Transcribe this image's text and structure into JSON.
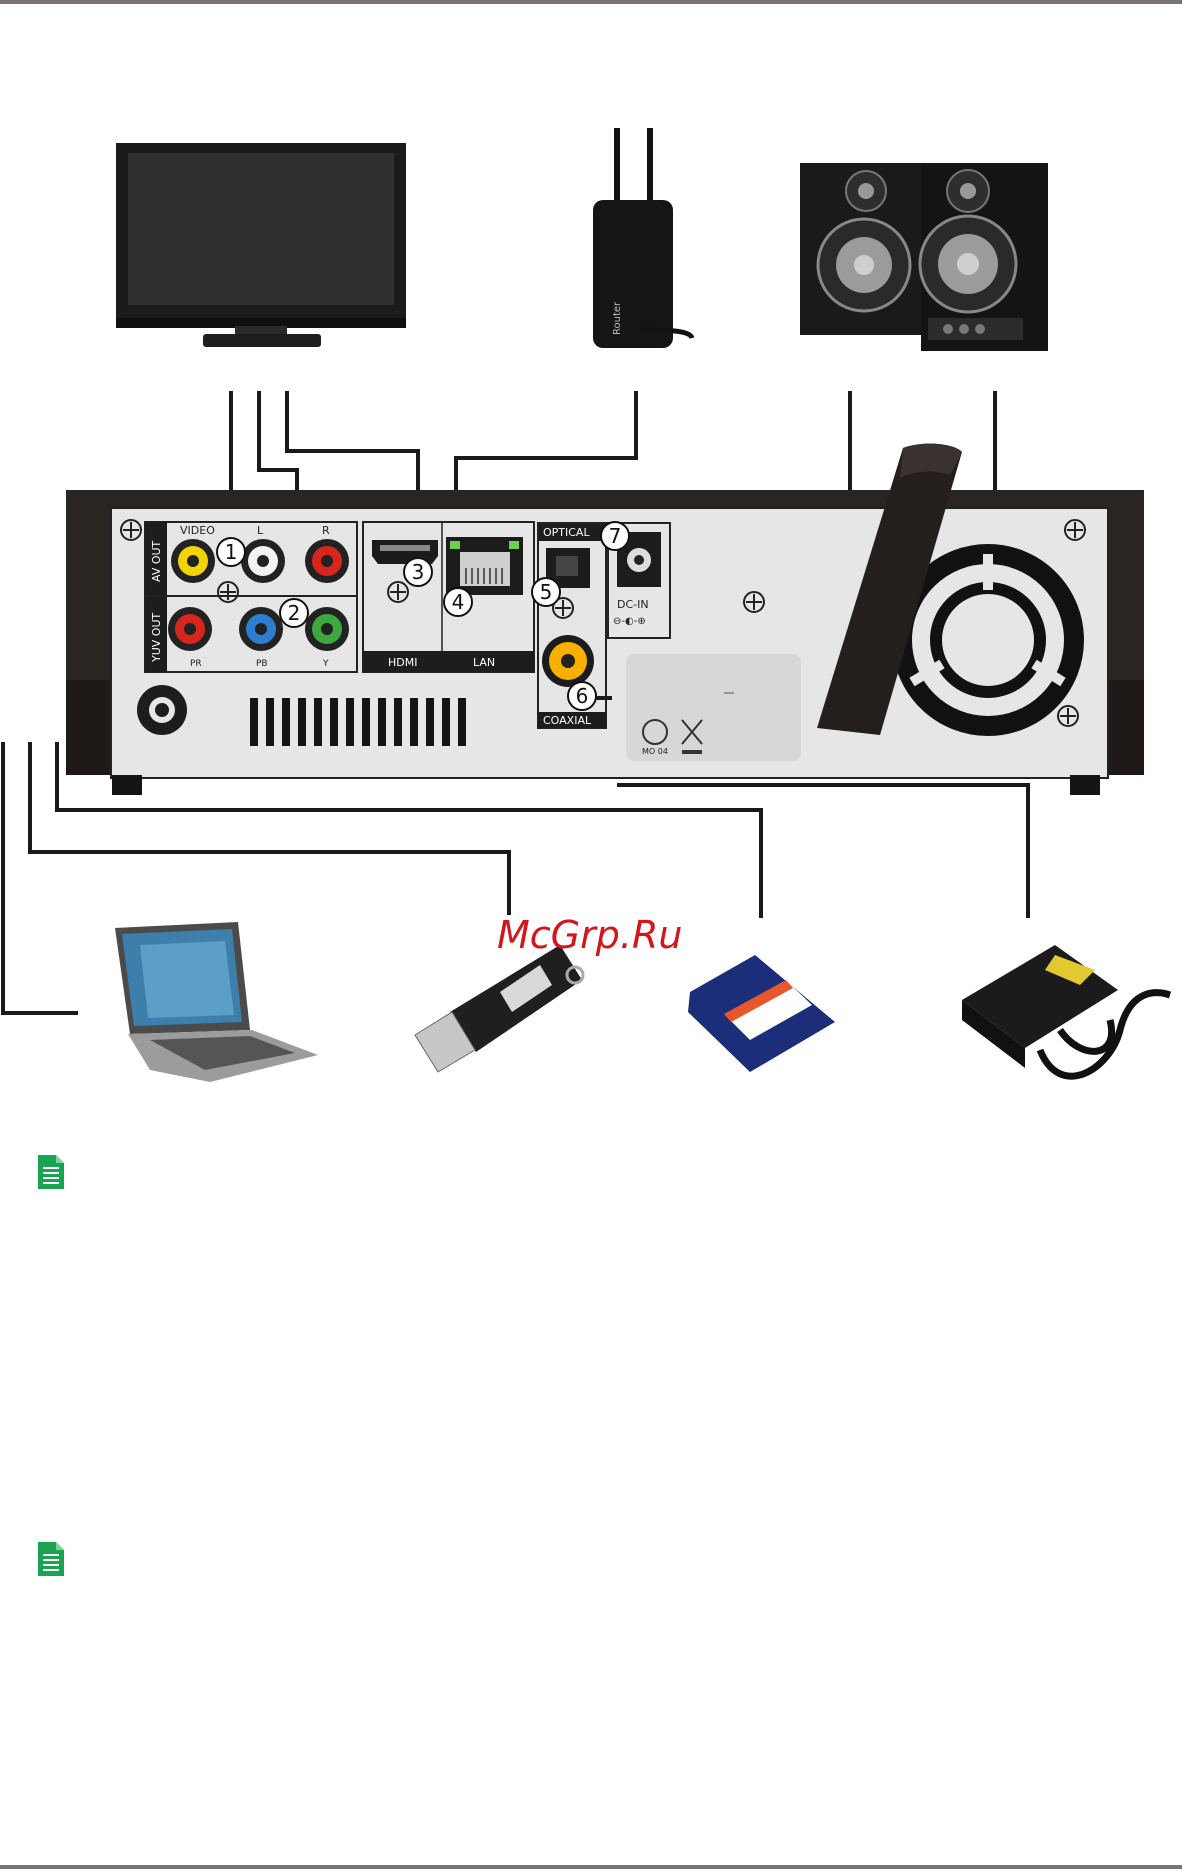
{
  "panel_labels": {
    "av_out": "AV OUT",
    "yuv_out": "YUV OUT",
    "video": "VIDEO",
    "left": "L",
    "right": "R",
    "pr": "PR",
    "pb": "PB",
    "y": "Y",
    "hdmi": "HDMI",
    "lan": "LAN",
    "optical": "OPTICAL",
    "dc_in": "DC-IN",
    "coaxial": "COAXIAL",
    "cert": "MO 04"
  },
  "router_label": "Router",
  "callouts": [
    "1",
    "2",
    "3",
    "4",
    "5",
    "6",
    "7"
  ],
  "watermark": "McGrp.Ru",
  "icons": {
    "note": "note-document-icon",
    "tv": "tv-icon",
    "router": "router-icon",
    "speakers": "speakers-icon",
    "laptop": "laptop-icon",
    "usb": "usb-drive-icon",
    "sd": "sd-card-icon",
    "adapter": "power-adapter-icon"
  },
  "colors": {
    "rule": "#7a7571",
    "note_green": "#1aa351",
    "watermark_red": "#d4151c",
    "panel_bg": "#e6e6e6",
    "chassis": "#2b2522"
  }
}
